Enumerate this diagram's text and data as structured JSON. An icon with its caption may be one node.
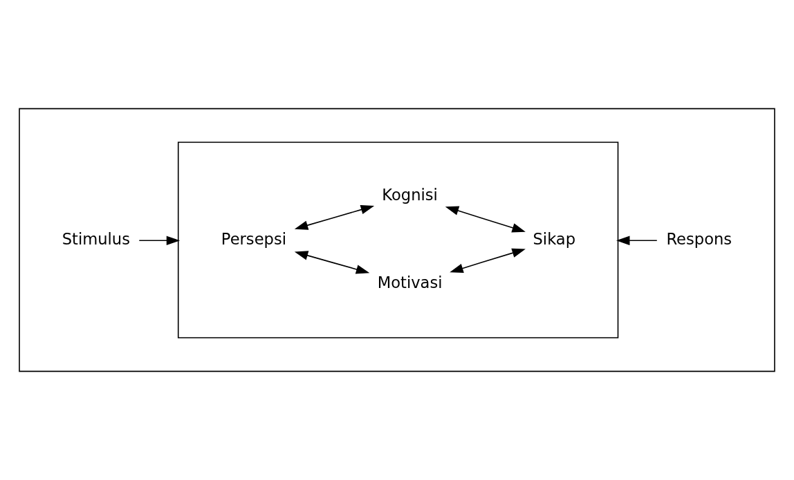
{
  "diagram": {
    "nodes": [
      {
        "text": [],
        "shape": "box"
      },
      {
        "text": [],
        "shape": "box",
        "in": 0
      },
      {
        "text": [
          "Kognisi"
        ],
        "in": 1
      },
      {
        "text": [
          "Persepsi"
        ],
        "in": 1
      },
      {
        "text": [
          "Sikap"
        ],
        "in": 1
      },
      {
        "text": [
          "Motivasi"
        ],
        "in": 1
      },
      {
        "text": [
          "Stimulus"
        ],
        "in": 0
      },
      {
        "text": [
          "Respons"
        ],
        "in": 0
      }
    ],
    "edges": [
      {
        "from": 6,
        "to": 1,
        "arrow": "to"
      },
      {
        "from": 3,
        "to": 2,
        "arrow": "both"
      },
      {
        "from": 2,
        "to": 4,
        "arrow": "both"
      },
      {
        "from": 3,
        "to": 5,
        "arrow": "both"
      },
      {
        "from": 5,
        "to": 4,
        "arrow": "both"
      },
      {
        "from": 7,
        "to": 1,
        "arrow": "to"
      }
    ]
  }
}
